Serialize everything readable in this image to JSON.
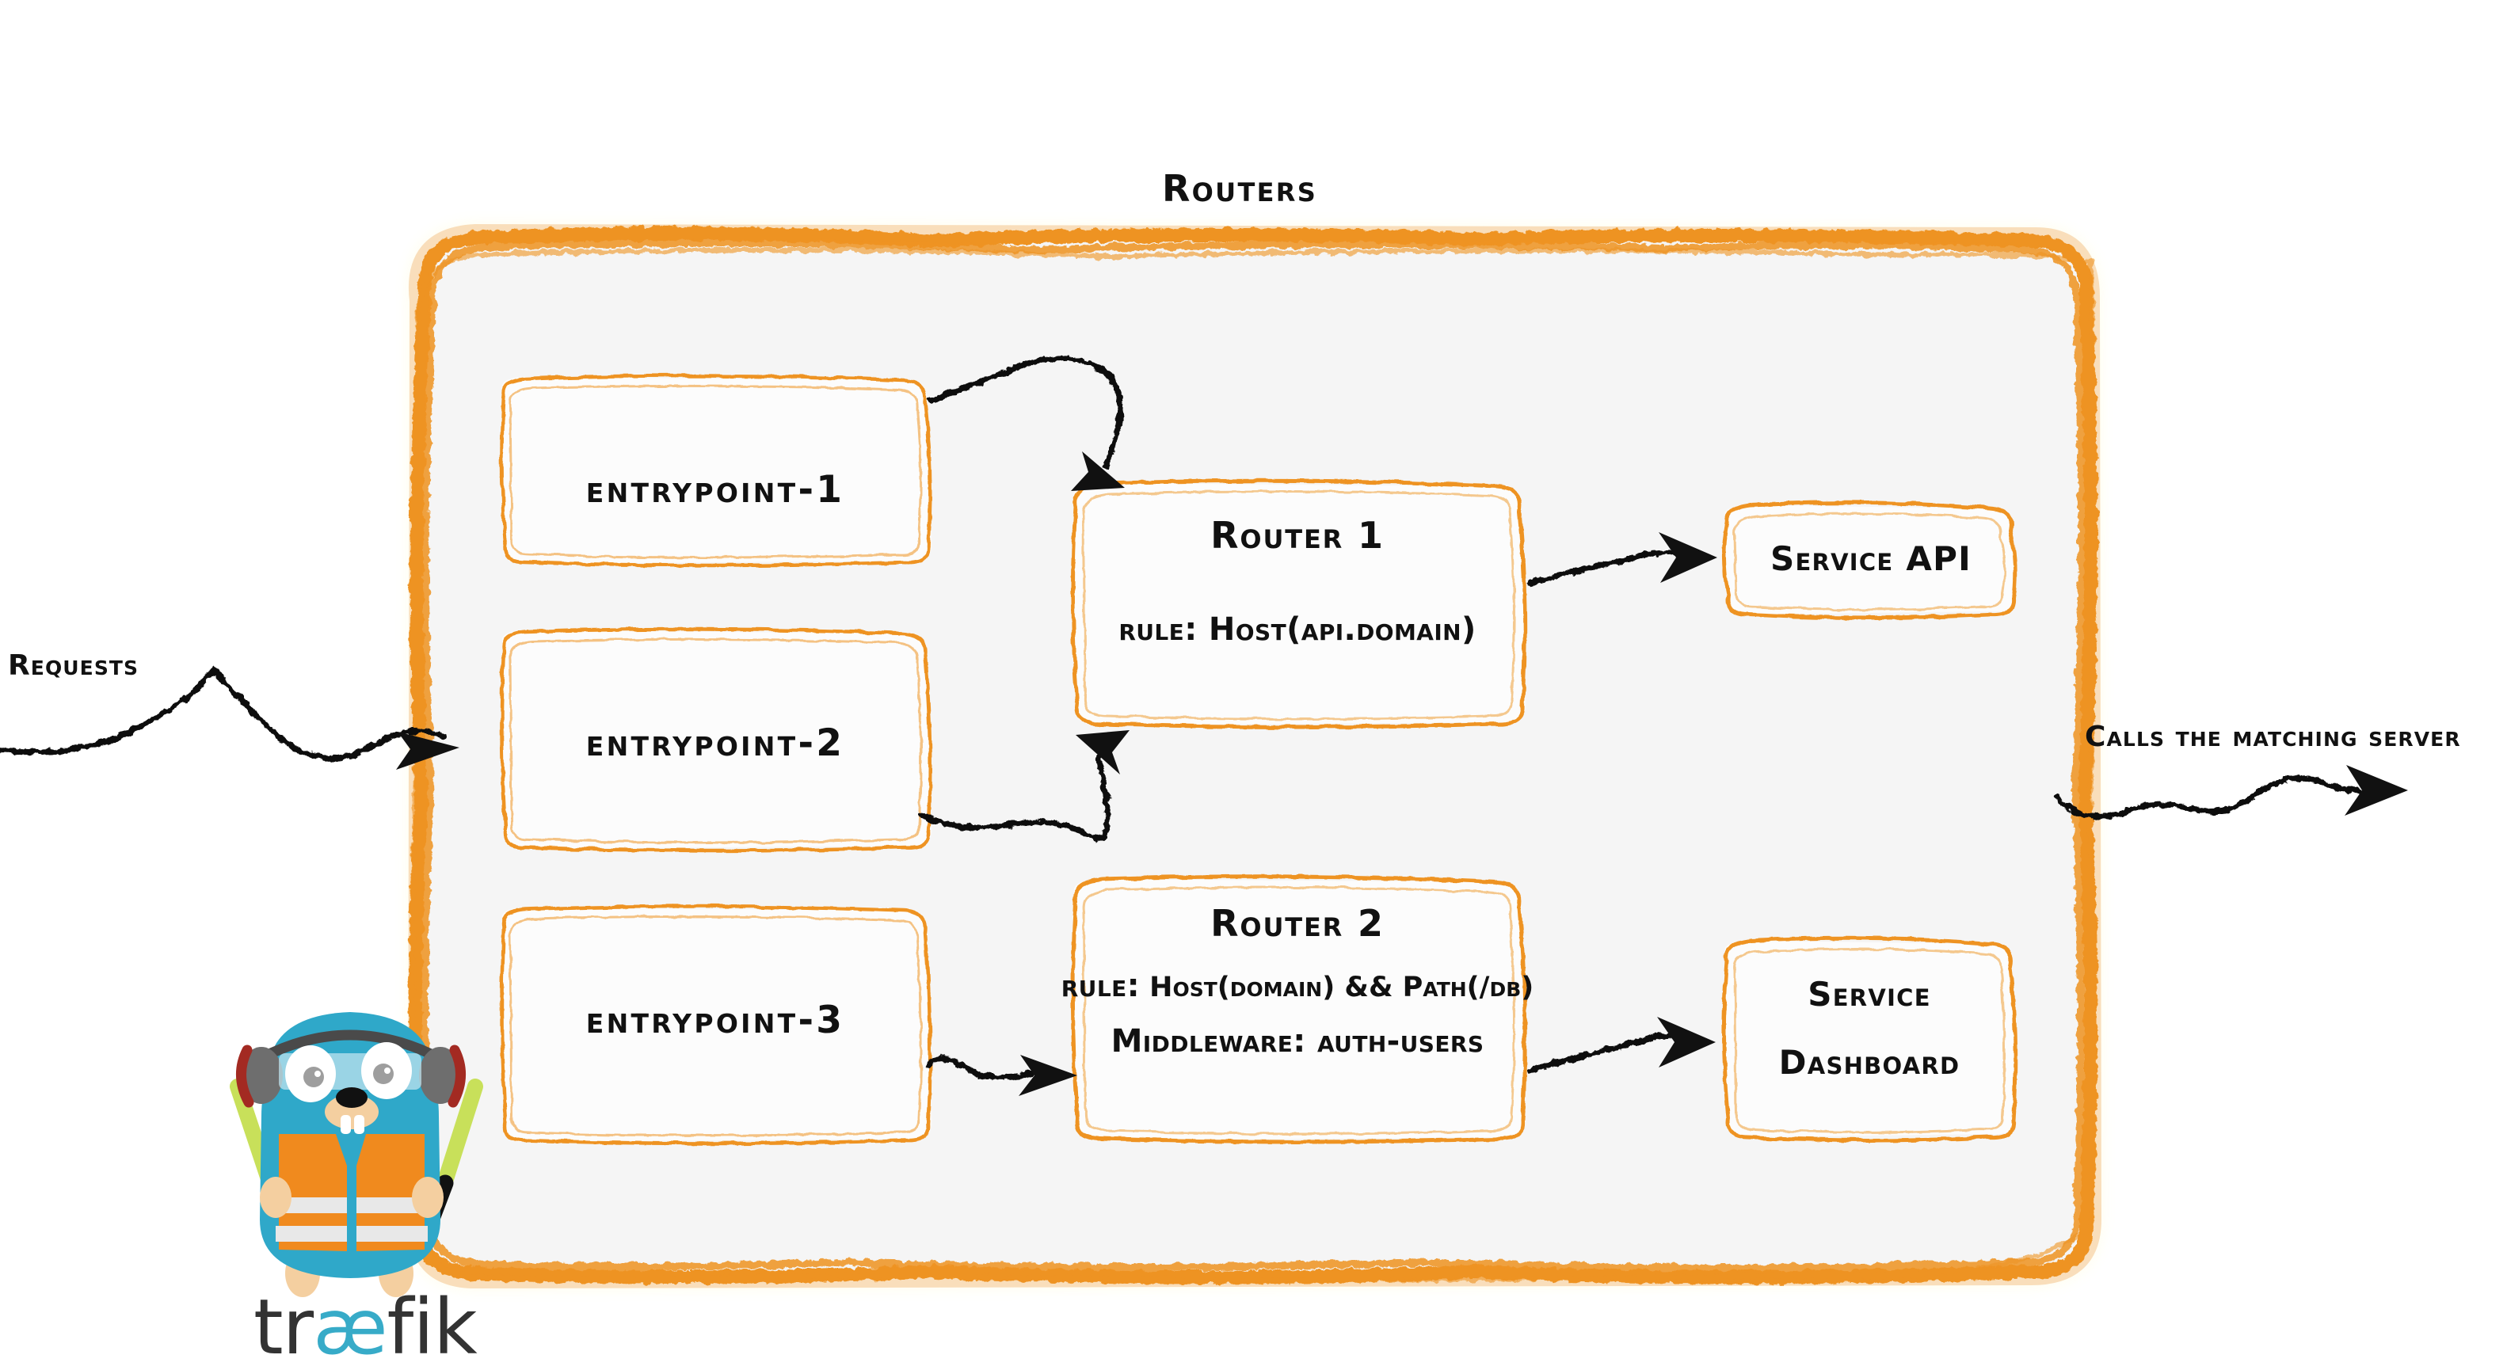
{
  "diagram": {
    "title": "Routers",
    "product": "traefik",
    "wordmark": {
      "before": "tr",
      "ligature": "æ",
      "after": "fik"
    },
    "colors": {
      "accent_orange": "#EE9322",
      "panel_fill": "#F5F5F5",
      "ink": "#111111",
      "gopher_body": "#2FA8C9",
      "vest_orange": "#F08A1E",
      "wand_green": "#C8E05A",
      "wordmark_dark": "#333333",
      "wordmark_cyan": "#37ABC8"
    }
  },
  "container": {
    "name": "routers-panel"
  },
  "entrypoints": [
    {
      "label": "entrypoint-1"
    },
    {
      "label": "entrypoint-2"
    },
    {
      "label": "entrypoint-3"
    }
  ],
  "routers": [
    {
      "name": "Router 1",
      "rule_key": "rule:",
      "rule_value": "Host(api.domain)",
      "middleware_key": "",
      "middleware_value": ""
    },
    {
      "name": "Router 2",
      "rule_key": "rule:",
      "rule_value": "Host(domain) && Path(/db)",
      "middleware_key": "Middleware:",
      "middleware_value": "auth-users"
    }
  ],
  "services": [
    {
      "line1": "Service API",
      "line2": ""
    },
    {
      "line1": "Service",
      "line2": "Dashboard"
    }
  ],
  "edges": {
    "incoming_label": "Requests",
    "outgoing_label": "Calls the matching server"
  }
}
